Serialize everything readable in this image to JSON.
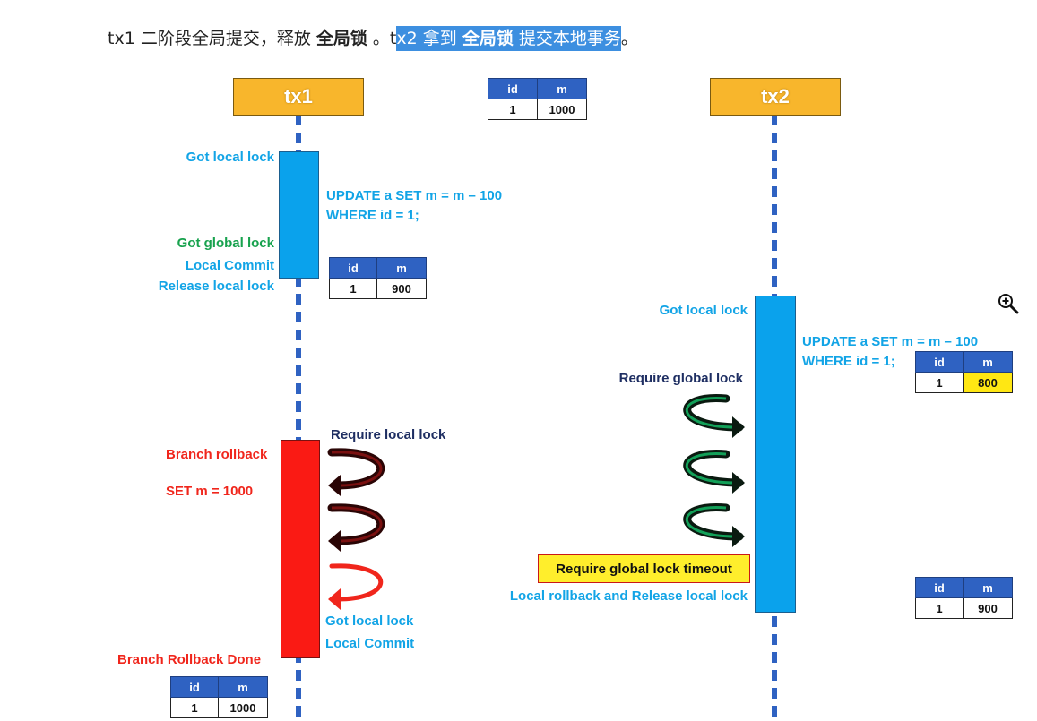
{
  "heading": {
    "part1": "tx1 二阶段全局提交，释放 ",
    "bold1": "全局锁",
    "part2": " 。t",
    "hl_part1": "x2 拿到 ",
    "hl_bold": "全局锁",
    "hl_part2": " 提交本地事务",
    "part3": "。"
  },
  "tx1": {
    "title": "tx1",
    "got_local_lock": "Got local lock",
    "sql_line1": "UPDATE a SET m = m – 100",
    "sql_line2": "WHERE id = 1;",
    "got_global_lock": "Got global lock",
    "local_commit": "Local Commit",
    "release_local_lock": "Release local lock",
    "branch_rollback": "Branch rollback",
    "set_m": "SET m = 1000",
    "require_local_lock": "Require local lock",
    "got_local_lock_2": "Got local lock",
    "local_commit_2": "Local Commit",
    "branch_rollback_done": "Branch Rollback Done"
  },
  "tx2": {
    "title": "tx2",
    "got_local_lock": "Got local lock",
    "sql_line1": "UPDATE a SET m = m – 100",
    "sql_line2": "WHERE id = 1;",
    "require_global_lock": "Require global lock",
    "timeout": "Require global lock timeout",
    "local_rollback": "Local rollback and Release local lock"
  },
  "tables": {
    "top": {
      "h_id": "id",
      "h_m": "m",
      "id": "1",
      "m": "1000"
    },
    "after_tx1_update": {
      "h_id": "id",
      "h_m": "m",
      "id": "1",
      "m": "900"
    },
    "tx2_update": {
      "h_id": "id",
      "h_m": "m",
      "id": "1",
      "m": "800"
    },
    "tx2_rollback": {
      "h_id": "id",
      "h_m": "m",
      "id": "1",
      "m": "900"
    },
    "final": {
      "h_id": "id",
      "h_m": "m",
      "id": "1",
      "m": "1000"
    }
  },
  "colors": {
    "lane_header": "#f8b62c",
    "lifeline": "#2f62c2",
    "block_blue": "#0aa2ec",
    "block_red": "#fa1a14",
    "highlight": "#3d8fe0",
    "timeout_bg": "#ffee2c",
    "arrow_dark_red": "#5a0c0c",
    "arrow_red": "#f0261c",
    "arrow_dark_green": "#0e3a24"
  },
  "icons": {
    "zoom": "zoom-in-icon"
  }
}
